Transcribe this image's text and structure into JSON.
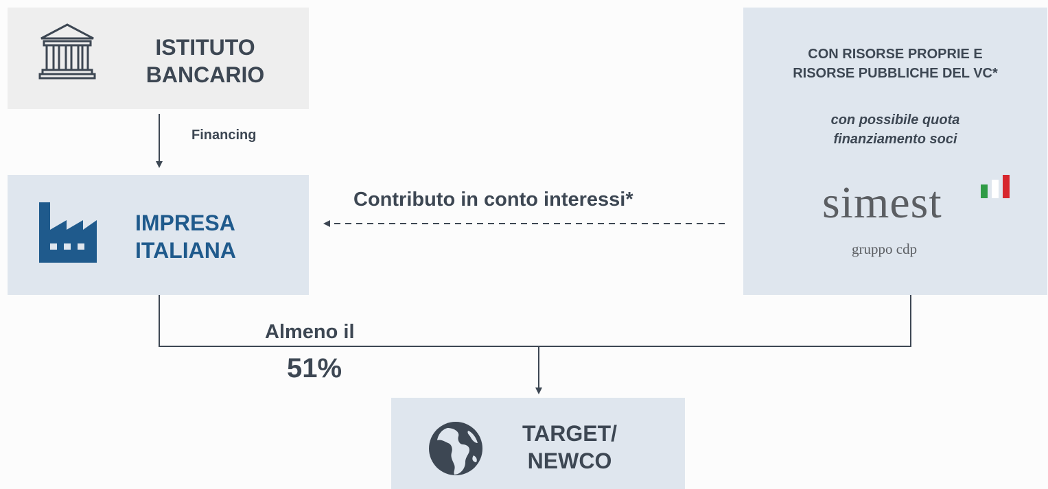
{
  "bank": {
    "line1": "ISTITUTO",
    "line2": "BANCARIO",
    "icon": "bank-building-icon"
  },
  "impresa": {
    "line1": "IMPRESA",
    "line2": "ITALIANA",
    "icon": "factory-icon"
  },
  "simest": {
    "heading_line1": "CON RISORSE PROPRIE E",
    "heading_line2": "RISORSE PUBBLICHE DEL VC*",
    "sub_line1": "con possibile quota",
    "sub_line2": "finanziamento soci",
    "logo_text": "simest",
    "logo_subtext": "gruppo cdp",
    "logo_flag_colors": [
      "#2e9b45",
      "#ffffff",
      "#d7262d"
    ]
  },
  "target": {
    "line1": "TARGET/",
    "line2": "NEWCO",
    "icon": "globe-icon"
  },
  "edges": {
    "financing_label": "Financing",
    "contributo_label": "Contributo in conto interessi*",
    "almeno_label": "Almeno il",
    "percentage": "51%"
  },
  "colors": {
    "impresa_text": "#1f5a8c",
    "text": "#3d4753",
    "line": "#3d4753",
    "box_blue": "#dfe6ee",
    "box_grey": "#eeeeee"
  }
}
